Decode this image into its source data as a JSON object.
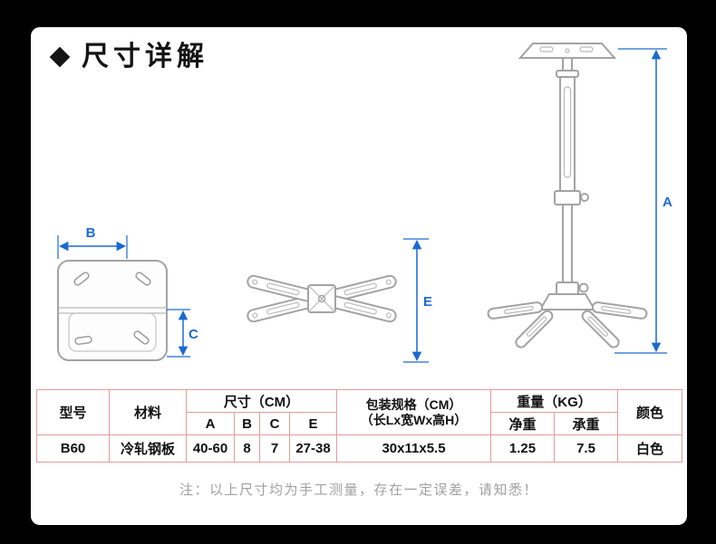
{
  "colors": {
    "background": "#000000",
    "card": "#ffffff",
    "dimension_blue": "#1a6ad1",
    "drawing_gray": "#a3a3a3",
    "table_border": "#e29c9c",
    "note_gray": "#a0a0a0"
  },
  "header": {
    "title": "尺寸详解"
  },
  "diagrams": {
    "plate": {
      "dim_width": "B",
      "dim_height": "C"
    },
    "cross_bracket": {
      "dim_height": "E"
    },
    "ceiling_mount": {
      "dim_length": "A"
    }
  },
  "table": {
    "headers": {
      "model": "型号",
      "material": "材料",
      "size_group": "尺寸（CM）",
      "size_cols": [
        "A",
        "B",
        "C",
        "E"
      ],
      "package": "包装规格（CM）",
      "package_sub": "（长Lx宽Wx高H）",
      "weight_group": "重量（KG）",
      "weight_cols": [
        "净重",
        "承重"
      ],
      "color": "颜色"
    },
    "row": {
      "model": "B60",
      "material": "冷轧钢板",
      "A": "40-60",
      "B": "8",
      "C": "7",
      "E": "27-38",
      "package": "30x11x5.5",
      "net_weight": "1.25",
      "load_weight": "7.5",
      "color": "白色"
    }
  },
  "footer": {
    "note": "注：以上尺寸均为手工测量，存在一定误差，请知悉！"
  }
}
